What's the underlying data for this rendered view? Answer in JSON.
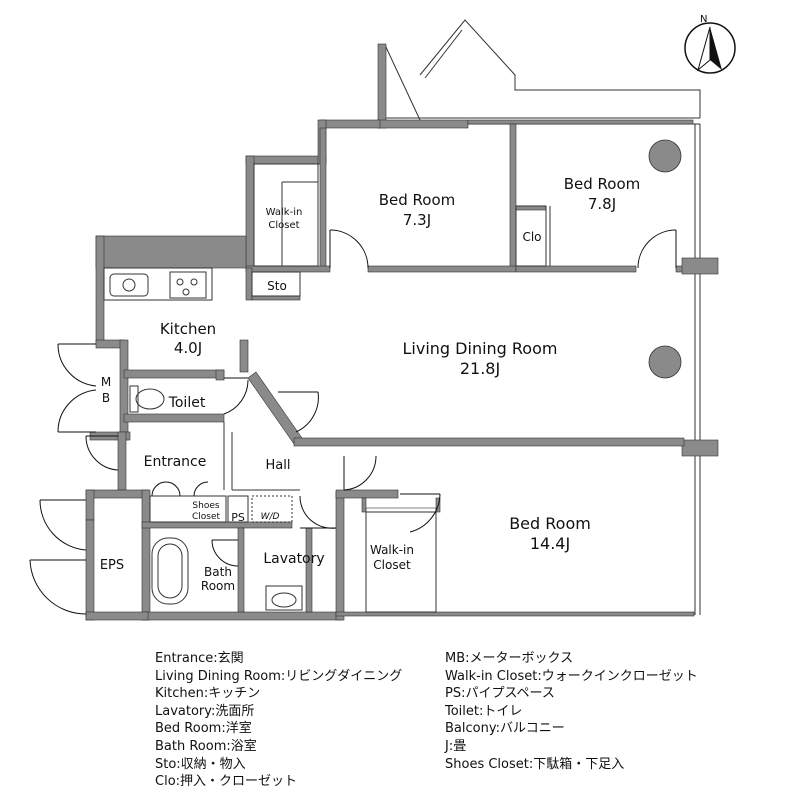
{
  "compass": {
    "label": "N"
  },
  "rooms": {
    "bed_nw": {
      "name": "Bed Room",
      "size": "7.3J"
    },
    "bed_ne": {
      "name": "Bed Room",
      "size": "7.8J"
    },
    "walkin_top": {
      "line1": "Walk-in",
      "line2": "Closet"
    },
    "clo": "Clo",
    "sto": "Sto",
    "kitchen": {
      "name": "Kitchen",
      "size": "4.0J"
    },
    "ldr": {
      "name": "Living Dining Room",
      "size": "21.8J"
    },
    "mb": {
      "line1": "M",
      "line2": "B"
    },
    "toilet": "Toilet",
    "entrance": "Entrance",
    "hall": "Hall",
    "shoes_closet": {
      "line1": "Shoes",
      "line2": "Closet"
    },
    "ps": "PS",
    "wd": "W/D",
    "lavatory": "Lavatory",
    "bath": {
      "line1": "Bath",
      "line2": "Room"
    },
    "walkin_bottom": {
      "line1": "Walk-in",
      "line2": "Closet"
    },
    "bed_se": {
      "name": "Bed Room",
      "size": "14.4J"
    },
    "eps": "EPS"
  },
  "legend_left": [
    "Entrance:玄関",
    "Living Dining Room:リビングダイニング",
    "Kitchen:キッチン",
    "Lavatory:洗面所",
    "Bed Room:洋室",
    "Bath Room:浴室",
    "Sto:収納・物入",
    "Clo:押入・クローゼット"
  ],
  "legend_right": [
    "MB:メーターボックス",
    "Walk-in Closet:ウォークインクローゼット",
    "PS:パイプスペース",
    "Toilet:トイレ",
    "Balcony:バルコニー",
    "J:畳",
    "Shoes Closet:下駄箱・下足入"
  ]
}
